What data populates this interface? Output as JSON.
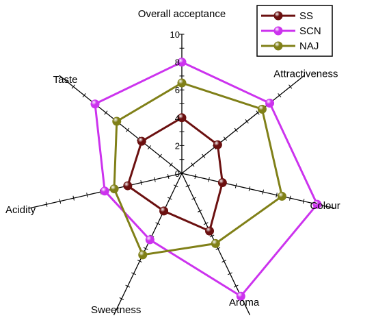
{
  "chart_data": {
    "type": "radar",
    "axes": [
      "Overall acceptance",
      "Attractiveness",
      "Colour",
      "Aroma",
      "Sweetness",
      "Acidity",
      "Taste"
    ],
    "range": [
      0,
      10
    ],
    "tick_values": [
      0,
      2,
      4,
      6,
      8,
      10
    ],
    "tick_labels": [
      "0",
      "2",
      "4",
      "6",
      "8",
      "10"
    ],
    "series": [
      {
        "name": "SS",
        "color": "#6b1010",
        "values": [
          4.0,
          3.3,
          3.0,
          4.6,
          3.0,
          4.0,
          3.7
        ]
      },
      {
        "name": "SCN",
        "color": "#cc33ee",
        "values": [
          8.0,
          8.1,
          10.0,
          9.8,
          5.3,
          5.7,
          8.0
        ]
      },
      {
        "name": "NAJ",
        "color": "#808018",
        "values": [
          6.5,
          7.4,
          7.4,
          5.6,
          6.5,
          5.0,
          6.0
        ]
      }
    ],
    "legend_position": "top-right",
    "grid": false
  }
}
